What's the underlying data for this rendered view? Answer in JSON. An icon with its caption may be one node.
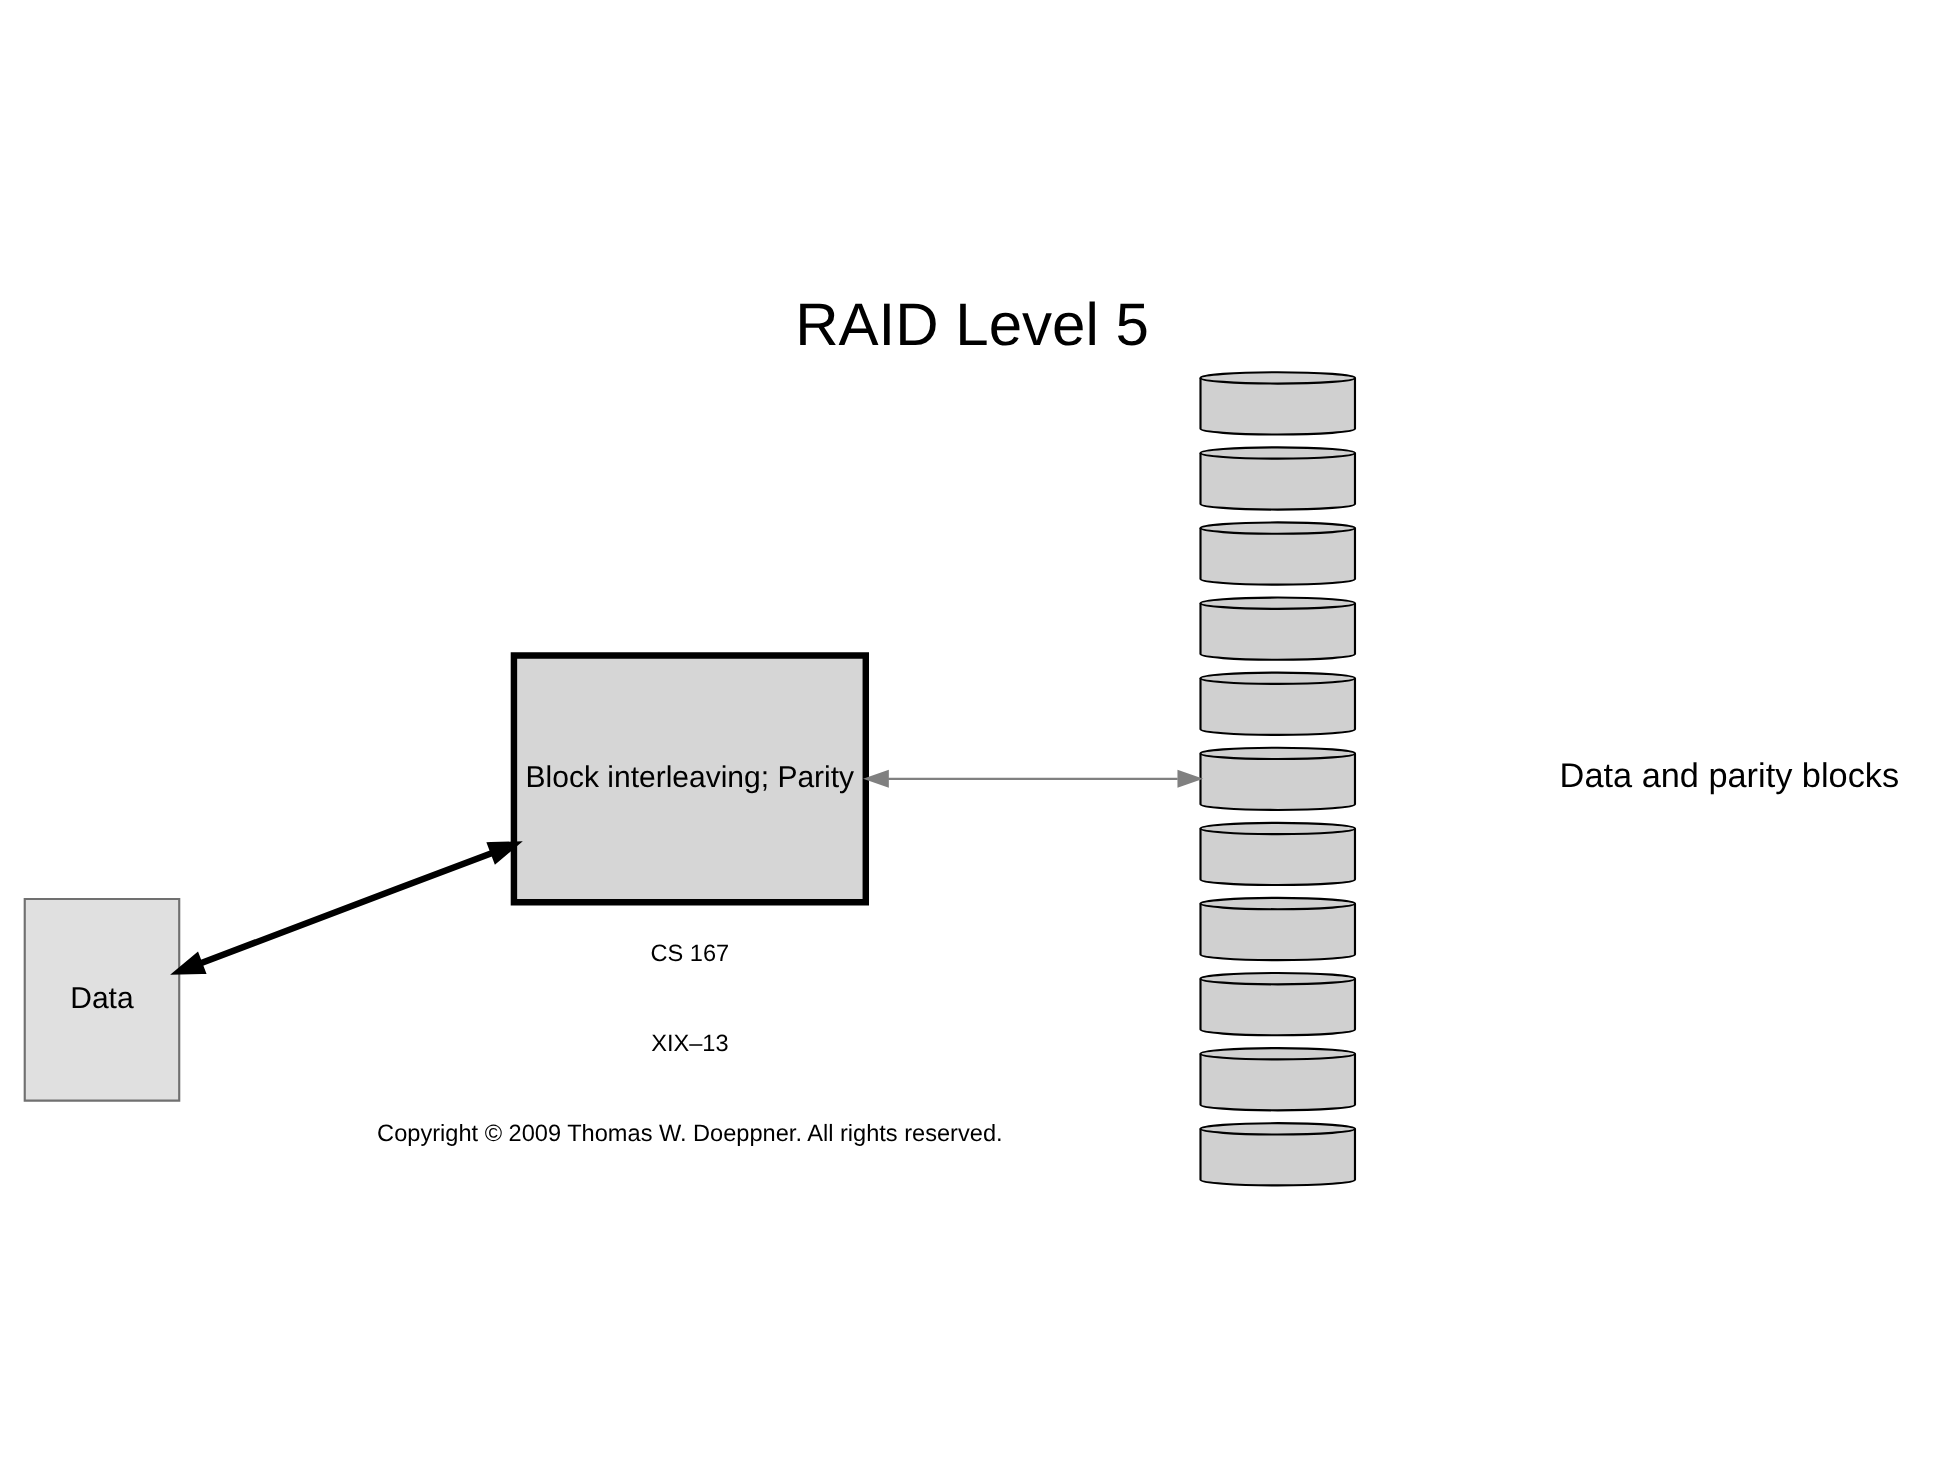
{
  "diagram": {
    "title": "RAID Level 5",
    "nodes": [
      {
        "text": [
          "Data"
        ]
      },
      {
        "text": [
          "Block interleaving; Parity"
        ]
      },
      {
        "text": [],
        "shape": "cylinder"
      },
      {
        "text": [],
        "shape": "cylinder"
      },
      {
        "text": [],
        "shape": "cylinder"
      },
      {
        "text": [],
        "shape": "cylinder"
      },
      {
        "text": [],
        "shape": "cylinder"
      },
      {
        "text": [],
        "shape": "cylinder"
      },
      {
        "text": [],
        "shape": "cylinder"
      },
      {
        "text": [],
        "shape": "cylinder"
      },
      {
        "text": [],
        "shape": "cylinder"
      },
      {
        "text": [],
        "shape": "cylinder"
      },
      {
        "text": [],
        "shape": "cylinder"
      }
    ],
    "edges": [
      {
        "from": 0,
        "to": 1,
        "arrow": "both",
        "style": "thick"
      },
      {
        "from": 1,
        "to": 7,
        "arrow": "both",
        "color": "#808080"
      }
    ],
    "labels": [
      "Data and parity blocks",
      "CS 167",
      "XIX–13",
      "Copyright © 2009 Thomas W. Doeppner. All rights reserved."
    ]
  }
}
